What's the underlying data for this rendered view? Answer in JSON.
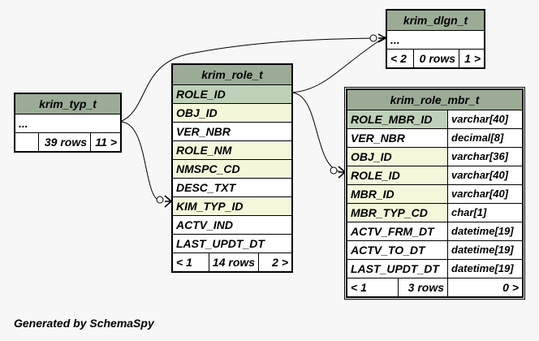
{
  "footer_text": "Generated by SchemaSpy",
  "tables": {
    "krim_typ_t": {
      "name": "krim_typ_t",
      "ellipsis": "...",
      "footer": {
        "left": "",
        "rows": "39 rows",
        "right": "11 >"
      }
    },
    "krim_dlgn_t": {
      "name": "krim_dlgn_t",
      "ellipsis": "...",
      "footer": {
        "left": "< 2",
        "rows": "0 rows",
        "right": "1 >"
      }
    },
    "krim_role_t": {
      "name": "krim_role_t",
      "columns": [
        "ROLE_ID",
        "OBJ_ID",
        "VER_NBR",
        "ROLE_NM",
        "NMSPC_CD",
        "DESC_TXT",
        "KIM_TYP_ID",
        "ACTV_IND",
        "LAST_UPDT_DT"
      ],
      "footer": {
        "left": "< 1",
        "rows": "14 rows",
        "right": "2 >"
      }
    },
    "krim_role_mbr_t": {
      "name": "krim_role_mbr_t",
      "columns": [
        {
          "name": "ROLE_MBR_ID",
          "type": "varchar[40]"
        },
        {
          "name": "VER_NBR",
          "type": "decimal[8]"
        },
        {
          "name": "OBJ_ID",
          "type": "varchar[36]"
        },
        {
          "name": "ROLE_ID",
          "type": "varchar[40]"
        },
        {
          "name": "MBR_ID",
          "type": "varchar[40]"
        },
        {
          "name": "MBR_TYP_CD",
          "type": "char[1]"
        },
        {
          "name": "ACTV_FRM_DT",
          "type": "datetime[19]"
        },
        {
          "name": "ACTV_TO_DT",
          "type": "datetime[19]"
        },
        {
          "name": "LAST_UPDT_DT",
          "type": "datetime[19]"
        }
      ],
      "footer": {
        "left": "< 1",
        "rows": "3 rows",
        "right": "0 >"
      }
    }
  }
}
